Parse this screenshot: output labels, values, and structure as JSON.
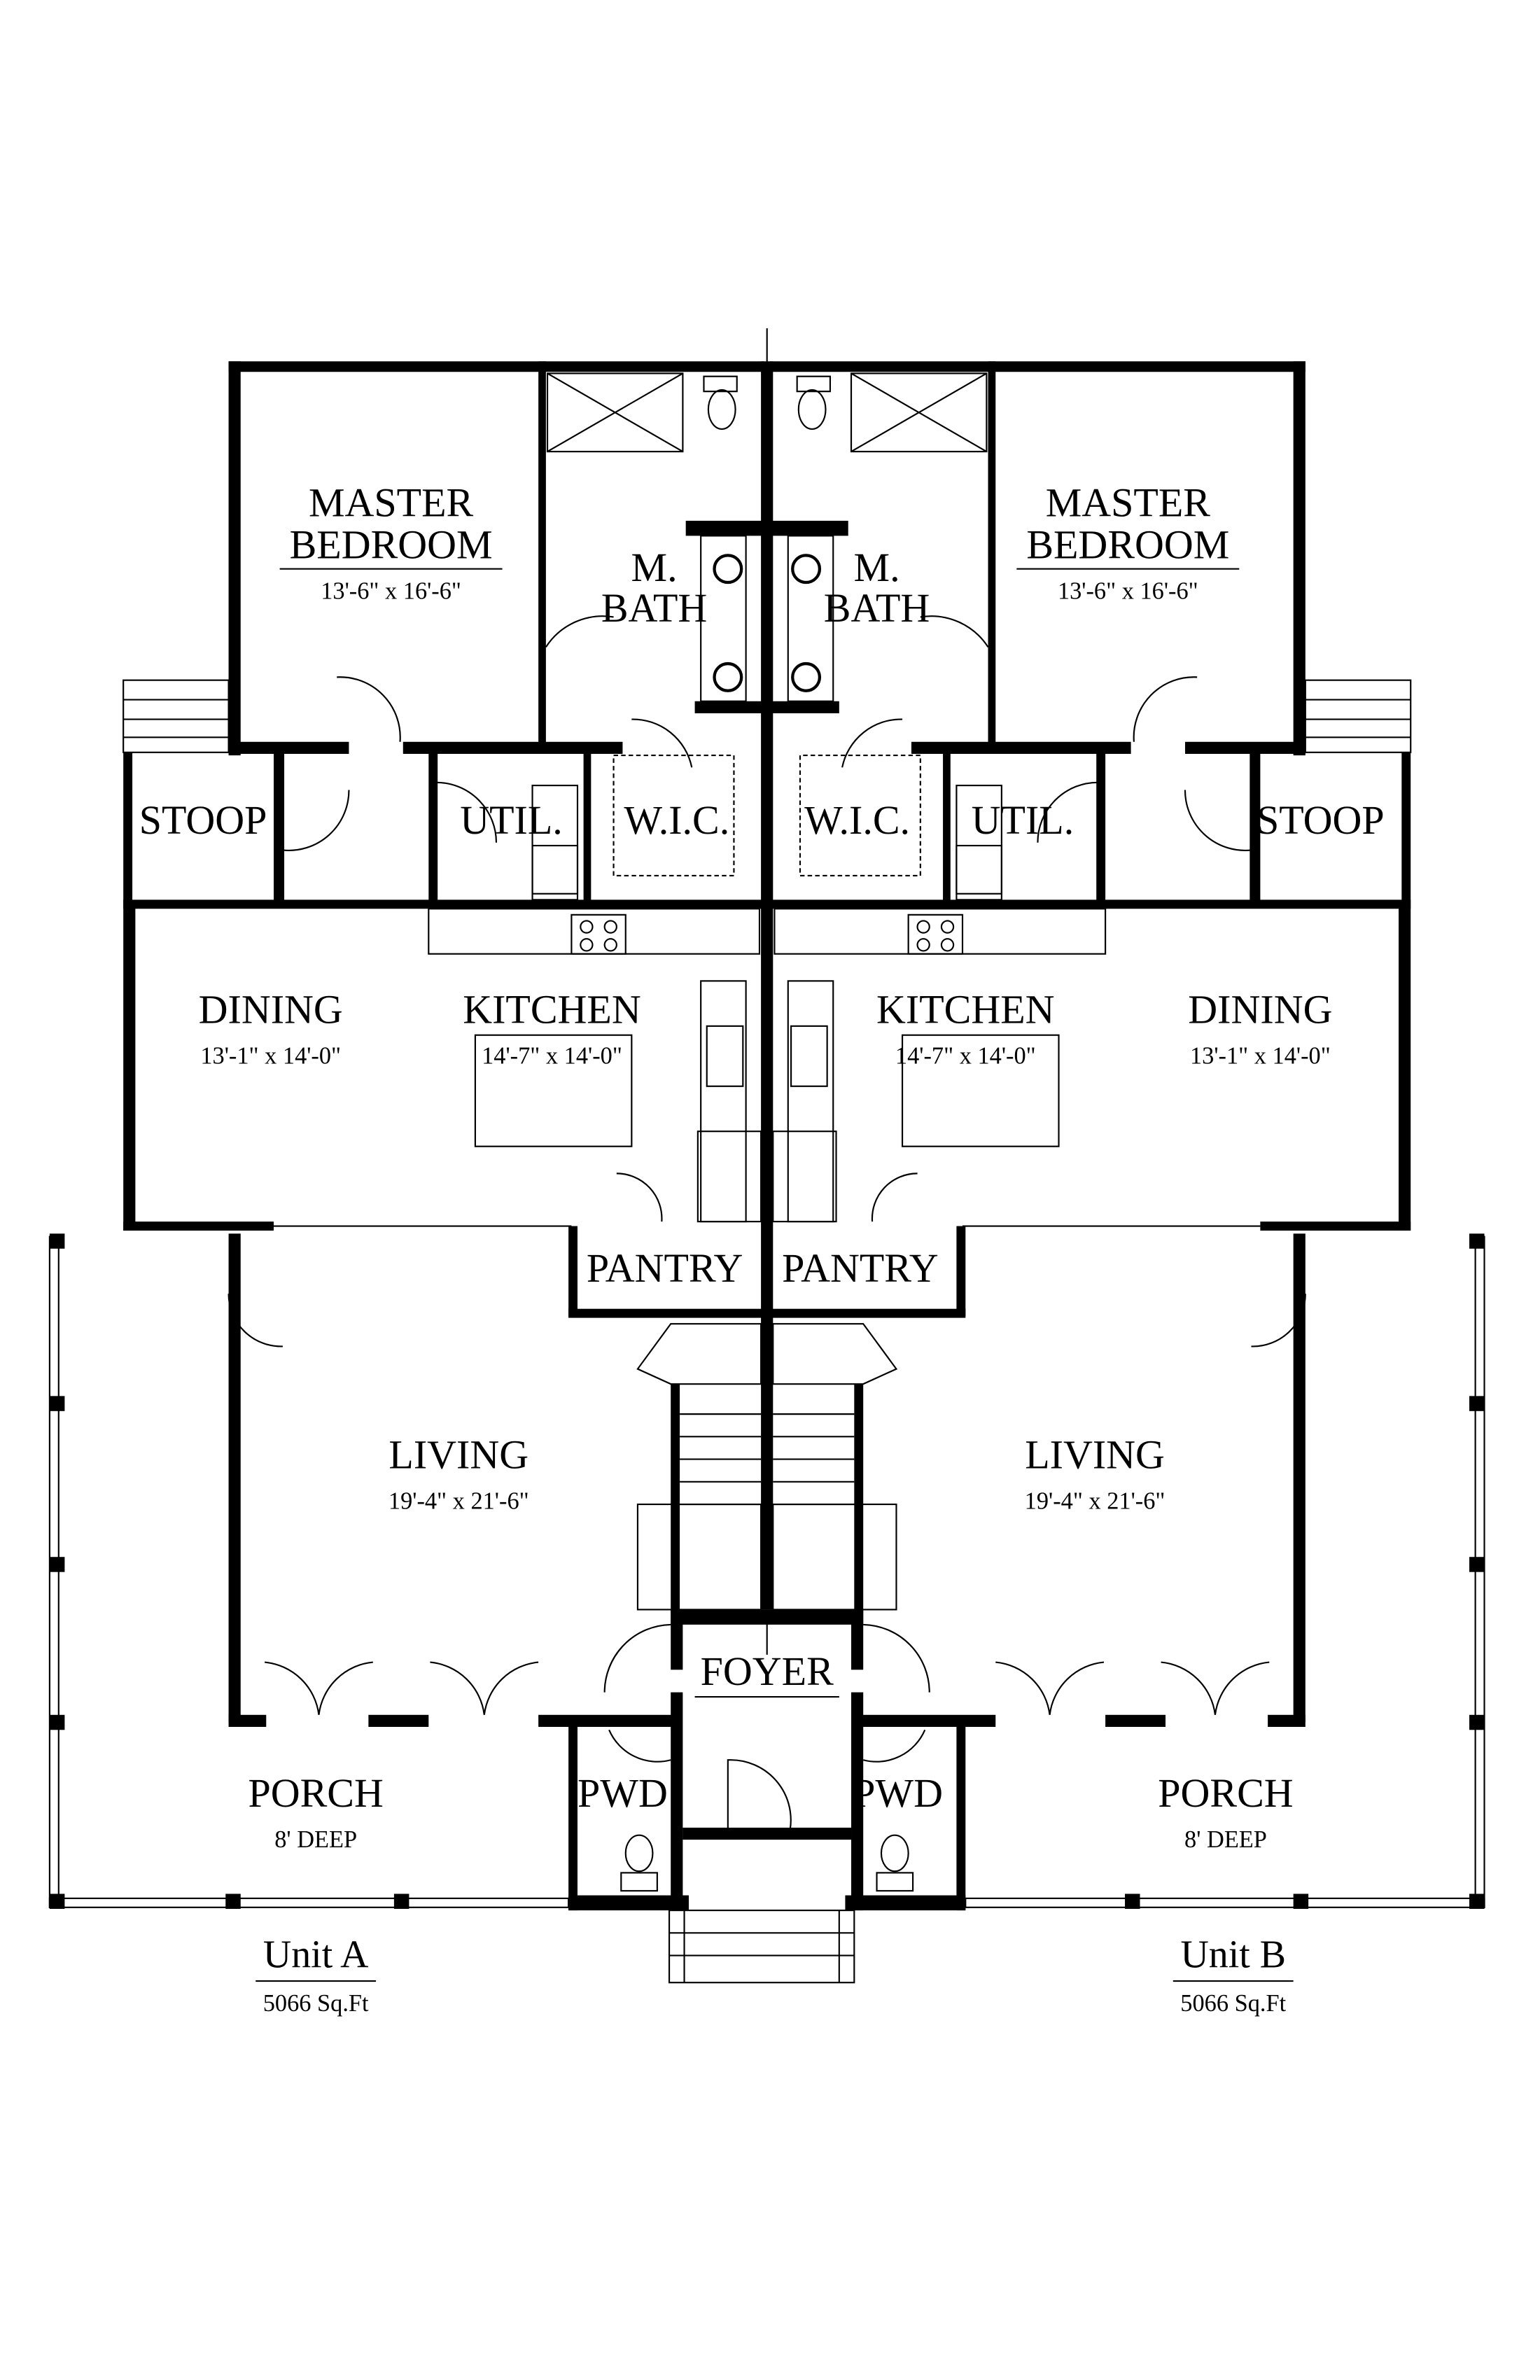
{
  "plan": {
    "unit_a": {
      "name": "Unit A",
      "area": "5066 Sq.Ft",
      "master_bedroom": {
        "line1": "MASTER",
        "line2": "BEDROOM",
        "dims": "13'-6\" x 16'-6\""
      },
      "master_bath": {
        "line1": "M.",
        "line2": "BATH"
      },
      "stoop": "STOOP",
      "utility": "UTIL.",
      "wic": "W.I.C.",
      "dining": {
        "label": "DINING",
        "dims": "13'-1\" x 14'-0\""
      },
      "kitchen": {
        "label": "KITCHEN",
        "dims": "14'-7\" x 14'-0\""
      },
      "pantry": "PANTRY",
      "living": {
        "label": "LIVING",
        "dims": "19'-4\" x 21'-6\""
      },
      "porch": {
        "label": "PORCH",
        "dims": "8' DEEP"
      },
      "powder": "PWD"
    },
    "unit_b": {
      "name": "Unit B",
      "area": "5066 Sq.Ft",
      "master_bedroom": {
        "line1": "MASTER",
        "line2": "BEDROOM",
        "dims": "13'-6\" x 16'-6\""
      },
      "master_bath": {
        "line1": "M.",
        "line2": "BATH"
      },
      "stoop": "STOOP",
      "utility": "UTIL.",
      "wic": "W.I.C.",
      "dining": {
        "label": "DINING",
        "dims": "13'-1\" x 14'-0\""
      },
      "kitchen": {
        "label": "KITCHEN",
        "dims": "14'-7\" x 14'-0\""
      },
      "pantry": "PANTRY",
      "living": {
        "label": "LIVING",
        "dims": "19'-4\" x 21'-6\""
      },
      "porch": {
        "label": "PORCH",
        "dims": "8' DEEP"
      },
      "powder": "PWD"
    },
    "foyer": "FOYER"
  }
}
